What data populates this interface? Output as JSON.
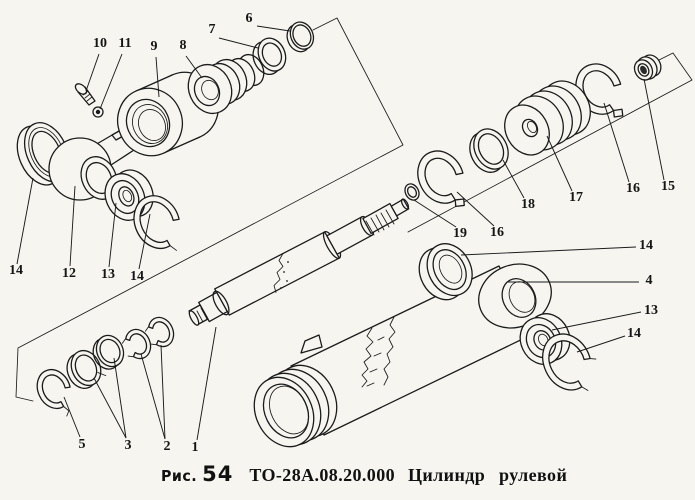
{
  "figure": {
    "label": "Рис.",
    "number": "54",
    "code": "ТО-28А.08.20.000",
    "title": "Цилиндр рулевой"
  },
  "diagram": {
    "type": "exploded-parts-view",
    "subject": "steering-cylinder",
    "line_color": "#1b1b1b",
    "background_color": "#f6f5f0",
    "callouts": [
      {
        "text": "6"
      },
      {
        "text": "7"
      },
      {
        "text": "8"
      },
      {
        "text": "9"
      },
      {
        "text": "10"
      },
      {
        "text": "11"
      },
      {
        "text": "14"
      },
      {
        "text": "12"
      },
      {
        "text": "13"
      },
      {
        "text": "14"
      },
      {
        "text": "5"
      },
      {
        "text": "3"
      },
      {
        "text": "2"
      },
      {
        "text": "1"
      },
      {
        "text": "19"
      },
      {
        "text": "16"
      },
      {
        "text": "18"
      },
      {
        "text": "17"
      },
      {
        "text": "16"
      },
      {
        "text": "15"
      },
      {
        "text": "14"
      },
      {
        "text": "4"
      },
      {
        "text": "13"
      },
      {
        "text": "14"
      }
    ]
  }
}
